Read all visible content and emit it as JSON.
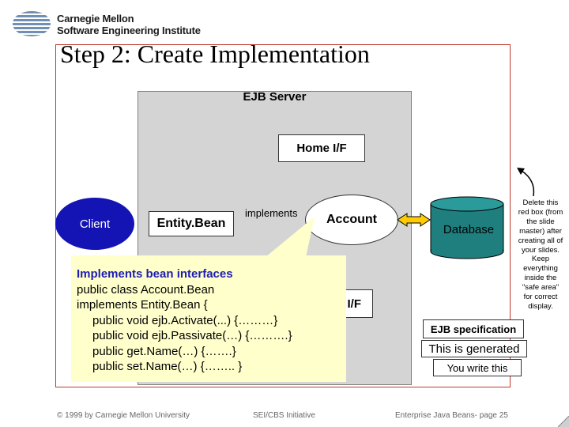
{
  "logo": {
    "line1": "Carnegie Mellon",
    "line2": "Software Engineering Institute",
    "icon": "sei-logo-icon"
  },
  "slide": {
    "title": "Step 2: Create Implementation"
  },
  "diagram": {
    "server_label": "EJB Server",
    "home_if": "Home I/F",
    "client": "Client",
    "entity_bean": "Entity.Bean",
    "implements": "implements",
    "account": "Account",
    "remote_if": "I/F",
    "database": "Database"
  },
  "note": {
    "heading": "Implements bean interfaces",
    "lines": [
      "public class Account.Bean",
      "implements Entity.Bean {",
      "public void ejb.Activate(...) {………}",
      "public void ejb.Passivate(…) {……….}",
      "public get.Name(…) {…….}",
      "public set.Name(…) {…….. }"
    ]
  },
  "legend": {
    "spec": "EJB specification",
    "generated": "This is generated",
    "write": "You write this"
  },
  "side_note": "Delete this red box (from the slide master) after creating all of your slides. Keep everything inside the \"safe area\" for correct display.",
  "footer": {
    "left": "© 1999 by Carnegie Mellon University",
    "center": "SEI/CBS Initiative",
    "right": "Enterprise Java Beans- page 25"
  },
  "colors": {
    "client_fill": "#1414b4",
    "database_fill": "#1f7f7f",
    "note_fill": "#ffffcc",
    "server_fill": "#d4d4d4",
    "safe_area_border": "#c0392b",
    "arrow_fill": "#ffcc00"
  }
}
